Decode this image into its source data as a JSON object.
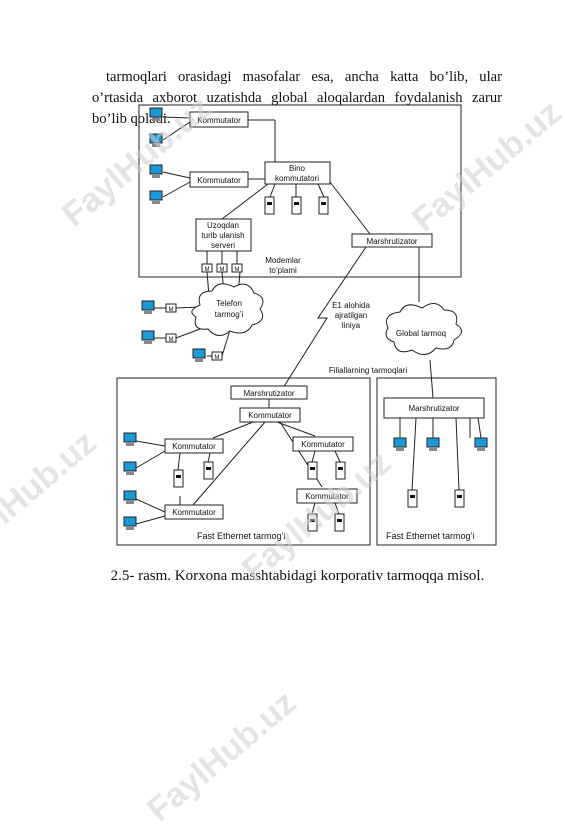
{
  "paragraph": "tarmoqlari orasidagi masofalar esa, ancha katta bo’lib, ular o’rtasida axborot uzatishda global aloqalardan foydalanish zarur bo’lib qoladi.",
  "caption": "2.5- rasm. Korxona masshtabidagi korporativ tarmoqqa misol.",
  "watermark": "FaylHub.uz",
  "diagram": {
    "hq_switch_1": "Kommutator",
    "hq_switch_2": "Kommutator",
    "building_switch_l1": "Bino",
    "building_switch_l2": "kommutatori",
    "remote_server_l1": "Uzoqdan",
    "remote_server_l2": "turib ulanish",
    "remote_server_l3": "serveri",
    "modem_letter": "M",
    "modems_l1": "Modemlar",
    "modems_l2": "to’plami",
    "hq_router": "Marshrutizator",
    "phone_net_l1": "Telefon",
    "phone_net_l2": "tarmog’i",
    "e1_l1": "E1 alohida",
    "e1_l2": "ajratilgan",
    "e1_l3": "liniya",
    "global_net": "Global tarmoq",
    "branches_label": "Filiallarning tarmoqlari",
    "branch1_router": "Marshrutizator",
    "branch1_switch_main": "Kommutator",
    "branch1_switch_a": "Kommutator",
    "branch1_switch_b": "Kommutator",
    "branch1_switch_c": "Kommutator",
    "branch1_switch_d": "Kommutator",
    "branch1_net": "Fast Ethernet tarmog’i",
    "branch2_router": "Marshrutizator",
    "branch2_net": "Fast Ethernet tarmog’i"
  }
}
